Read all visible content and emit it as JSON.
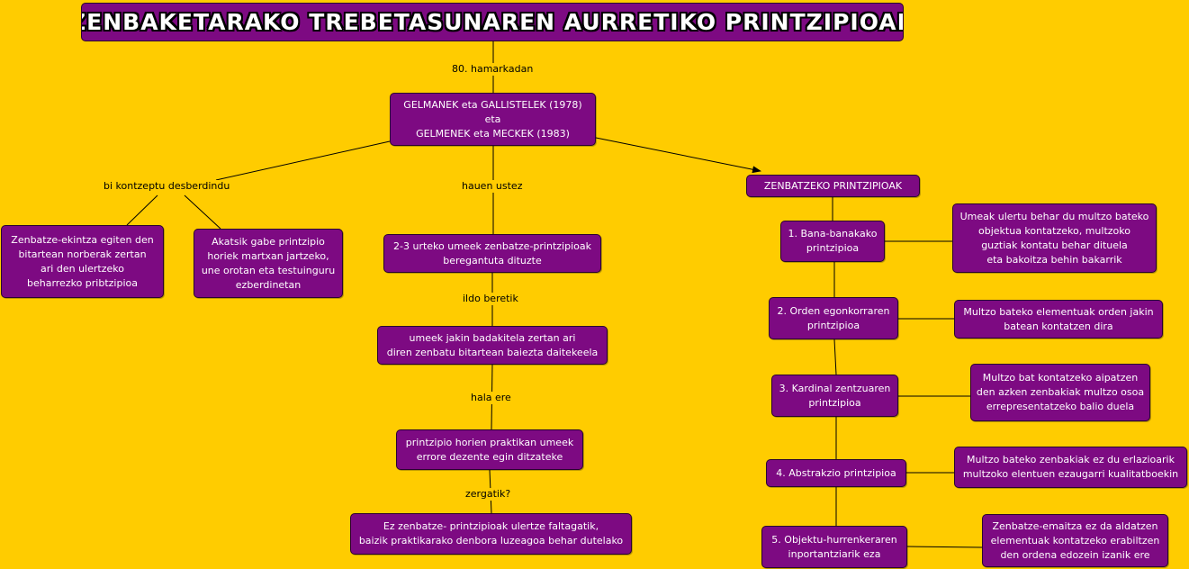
{
  "title": "ZENBAKETARAKO TREBETASUNAREN AURRETIKO PRINTZIPIOAK",
  "root": "GELMANEK eta GALLISTELEK (1978)\neta\nGELMENEK eta MECKEK (1983)",
  "links": {
    "decade": "80. hamarkadan",
    "two_concepts": "bi kontzeptu desberdindu",
    "opinion": "hauen ustez",
    "same_line": "ildo beretik",
    "however": "hala ere",
    "why": "zergatik?"
  },
  "left": {
    "concept1": "Zenbatze-ekintza egiten den\nbitartean norberak zertan\nari den ulertzeko\nbeharrezko pribtzipioa",
    "concept2": "Akatsik gabe printzipio\nhoriek martxan jartzeko,\nune orotan eta testuinguru\nezberdinetan"
  },
  "middle": {
    "step1": "2-3 urteko umeek zenbatze-printzipioak\nberegantuta dituzte",
    "step2": "umeek jakin badakitela zertan ari\ndiren zenbatu bitartean baiezta daitekeela",
    "step3": "printzipio horien praktikan umeek\nerrore dezente egin ditzateke",
    "step4": "Ez zenbatze- printzipioak ulertze faltagatik,\nbaizik praktikarako denbora luzeagoa behar dutelako"
  },
  "right": {
    "header": "ZENBATZEKO PRINTZIPIOAK",
    "principles": [
      {
        "name": "1. Bana-banakako\nprintzipioa",
        "desc": "Umeak ulertu behar du multzo bateko\nobjektua kontatzeko, multzoko\nguztiak kontatu behar dituela\neta bakoitza behin bakarrik"
      },
      {
        "name": "2. Orden egonkorraren\nprintzipioa",
        "desc": "Multzo bateko elementuak orden jakin\nbatean kontatzen dira"
      },
      {
        "name": "3. Kardinal zentzuaren\nprintzipioa",
        "desc": "Multzo bat kontatzeko aipatzen\nden azken zenbakiak multzo osoa\nerrepresentatzeko balio duela"
      },
      {
        "name": "4. Abstrakzio printzipioa",
        "desc": "Multzo bateko zenbakiak ez du erlazioarik\nmultzoko  elentuen ezaugarri kualitatboekin"
      },
      {
        "name": "5. Objektu-hurrenkeraren\ninportantziarik eza",
        "desc": "Zenbatze-emaitza ez da aldatzen\nelementuak kontatzeko erabiltzen\nden ordena edozein izanik ere"
      }
    ]
  },
  "colors": {
    "background": "#ffcc00",
    "node": "#7d0a82",
    "node_text": "#ffffff",
    "line": "#000000"
  }
}
